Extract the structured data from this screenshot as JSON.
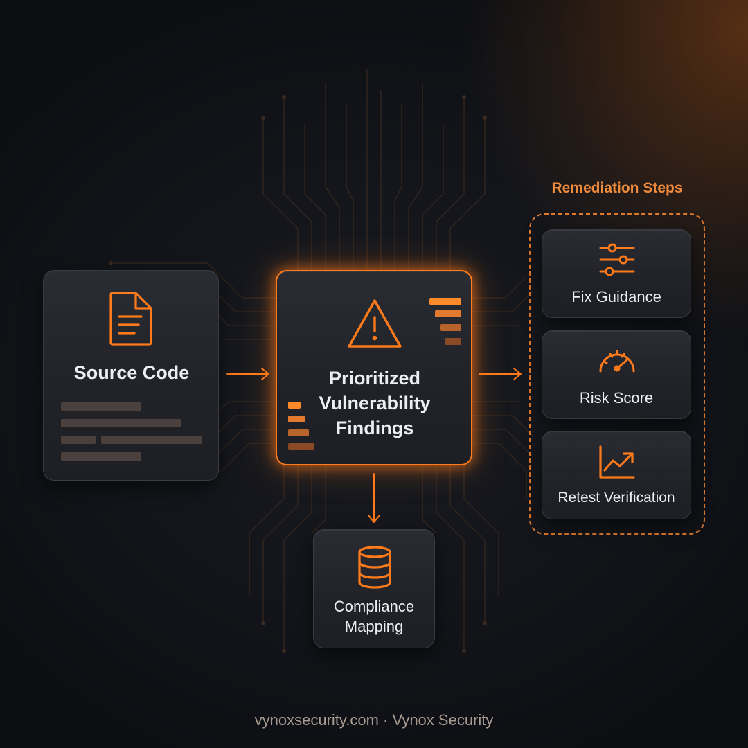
{
  "colors": {
    "accent": "#ff7a1a",
    "background": "#0f1116",
    "card": "#23252b",
    "text": "#eceef2",
    "muted_text": "#a89b92"
  },
  "source_node": {
    "icon": "document-icon",
    "title": "Source Code"
  },
  "findings_node": {
    "icon": "warning-triangle-icon",
    "title_lines": [
      "Prioritized",
      "Vulnerability",
      "Findings"
    ]
  },
  "compliance_node": {
    "icon": "database-icon",
    "title_lines": [
      "Compliance",
      "Mapping"
    ]
  },
  "remediation": {
    "title": "Remediation Steps",
    "steps": [
      {
        "icon": "sliders-icon",
        "label": "Fix Guidance"
      },
      {
        "icon": "gauge-icon",
        "label": "Risk Score"
      },
      {
        "icon": "trend-chart-icon",
        "label": "Retest Verification"
      }
    ]
  },
  "footer": {
    "text": "vynoxsecurity.com · Vynox Security"
  }
}
